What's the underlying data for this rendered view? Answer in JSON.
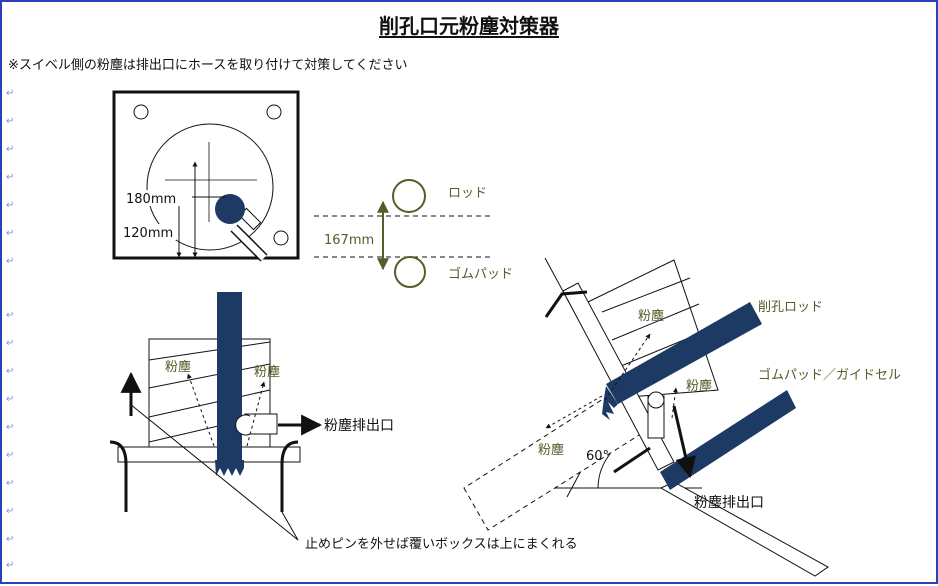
{
  "title": "削孔口元粉塵対策器",
  "note": "※スイベル側の粉塵は排出口にホースを取り付けて対策してください",
  "paragraph_mark": "↵",
  "colors": {
    "navy": "#1c3a63",
    "olive": "#5a5a2a",
    "frame": "#2a3fb8",
    "black": "#111111"
  },
  "top_view": {
    "dim_180": "180mm",
    "dim_120": "120mm"
  },
  "rod_view": {
    "rod_label": "ロッド",
    "pad_label": "ゴムパッド",
    "dim_167": "167mm"
  },
  "front_view": {
    "dust_left": "粉塵",
    "dust_right": "粉塵",
    "outlet_label": "粉塵排出口"
  },
  "pin_note": "止めピンを外せば覆いボックスは上にまくれる",
  "tilted_view": {
    "drill_rod_label": "削孔ロッド",
    "pad_guide_label": "ゴムパッド／ガイドセル",
    "dust_top": "粉塵",
    "dust_mid": "粉塵",
    "dust_left": "粉塵",
    "angle_label": "60°",
    "outlet_label": "粉塵排出口"
  }
}
